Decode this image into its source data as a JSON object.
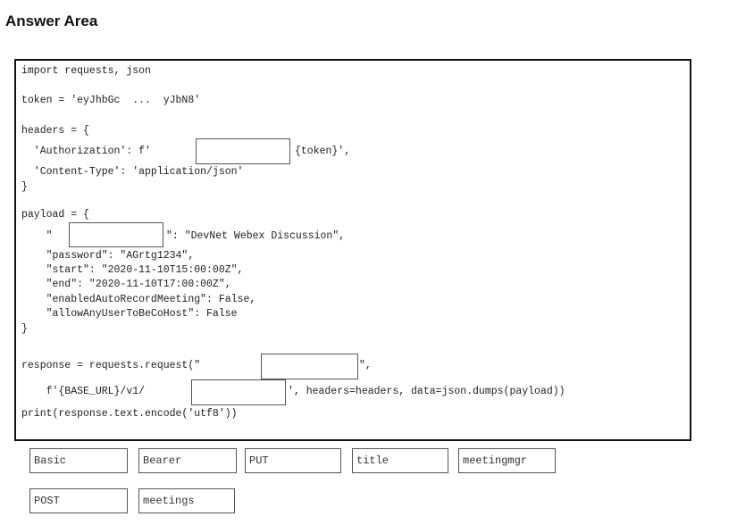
{
  "title": "Answer Area",
  "code": {
    "l1": "import requests, json",
    "l2": "token = 'eyJhbGc  ...  yJbN8'",
    "l3": "headers = {",
    "l4a": "  'Authorization': f'",
    "l4b": "{token}',",
    "l5": "  'Content-Type': 'application/json'",
    "l6": "}",
    "l7": "payload = {",
    "l8a": "    \"",
    "l8b": "\": \"DevNet Webex Discussion\",",
    "l9": "    \"password\": \"AGrtg1234\",",
    "l10": "    \"start\": \"2020-11-10T15:00:00Z\",",
    "l11": "    \"end\": \"2020-11-10T17:00:00Z\",",
    "l12": "    \"enabledAutoRecordMeeting\": False,",
    "l13": "    \"allowAnyUserToBeCoHost\": False",
    "l14": "}",
    "l15a": "response = requests.request(\"",
    "l15b": "\",",
    "l16a": "    f'{BASE_URL}/v1/",
    "l16b": "', headers=headers, data=json.dumps(payload))",
    "l17": "print(response.text.encode('utf8'))"
  },
  "options": [
    "Basic",
    "Bearer",
    "PUT",
    "title",
    "meetingmgr",
    "POST",
    "meetings"
  ]
}
